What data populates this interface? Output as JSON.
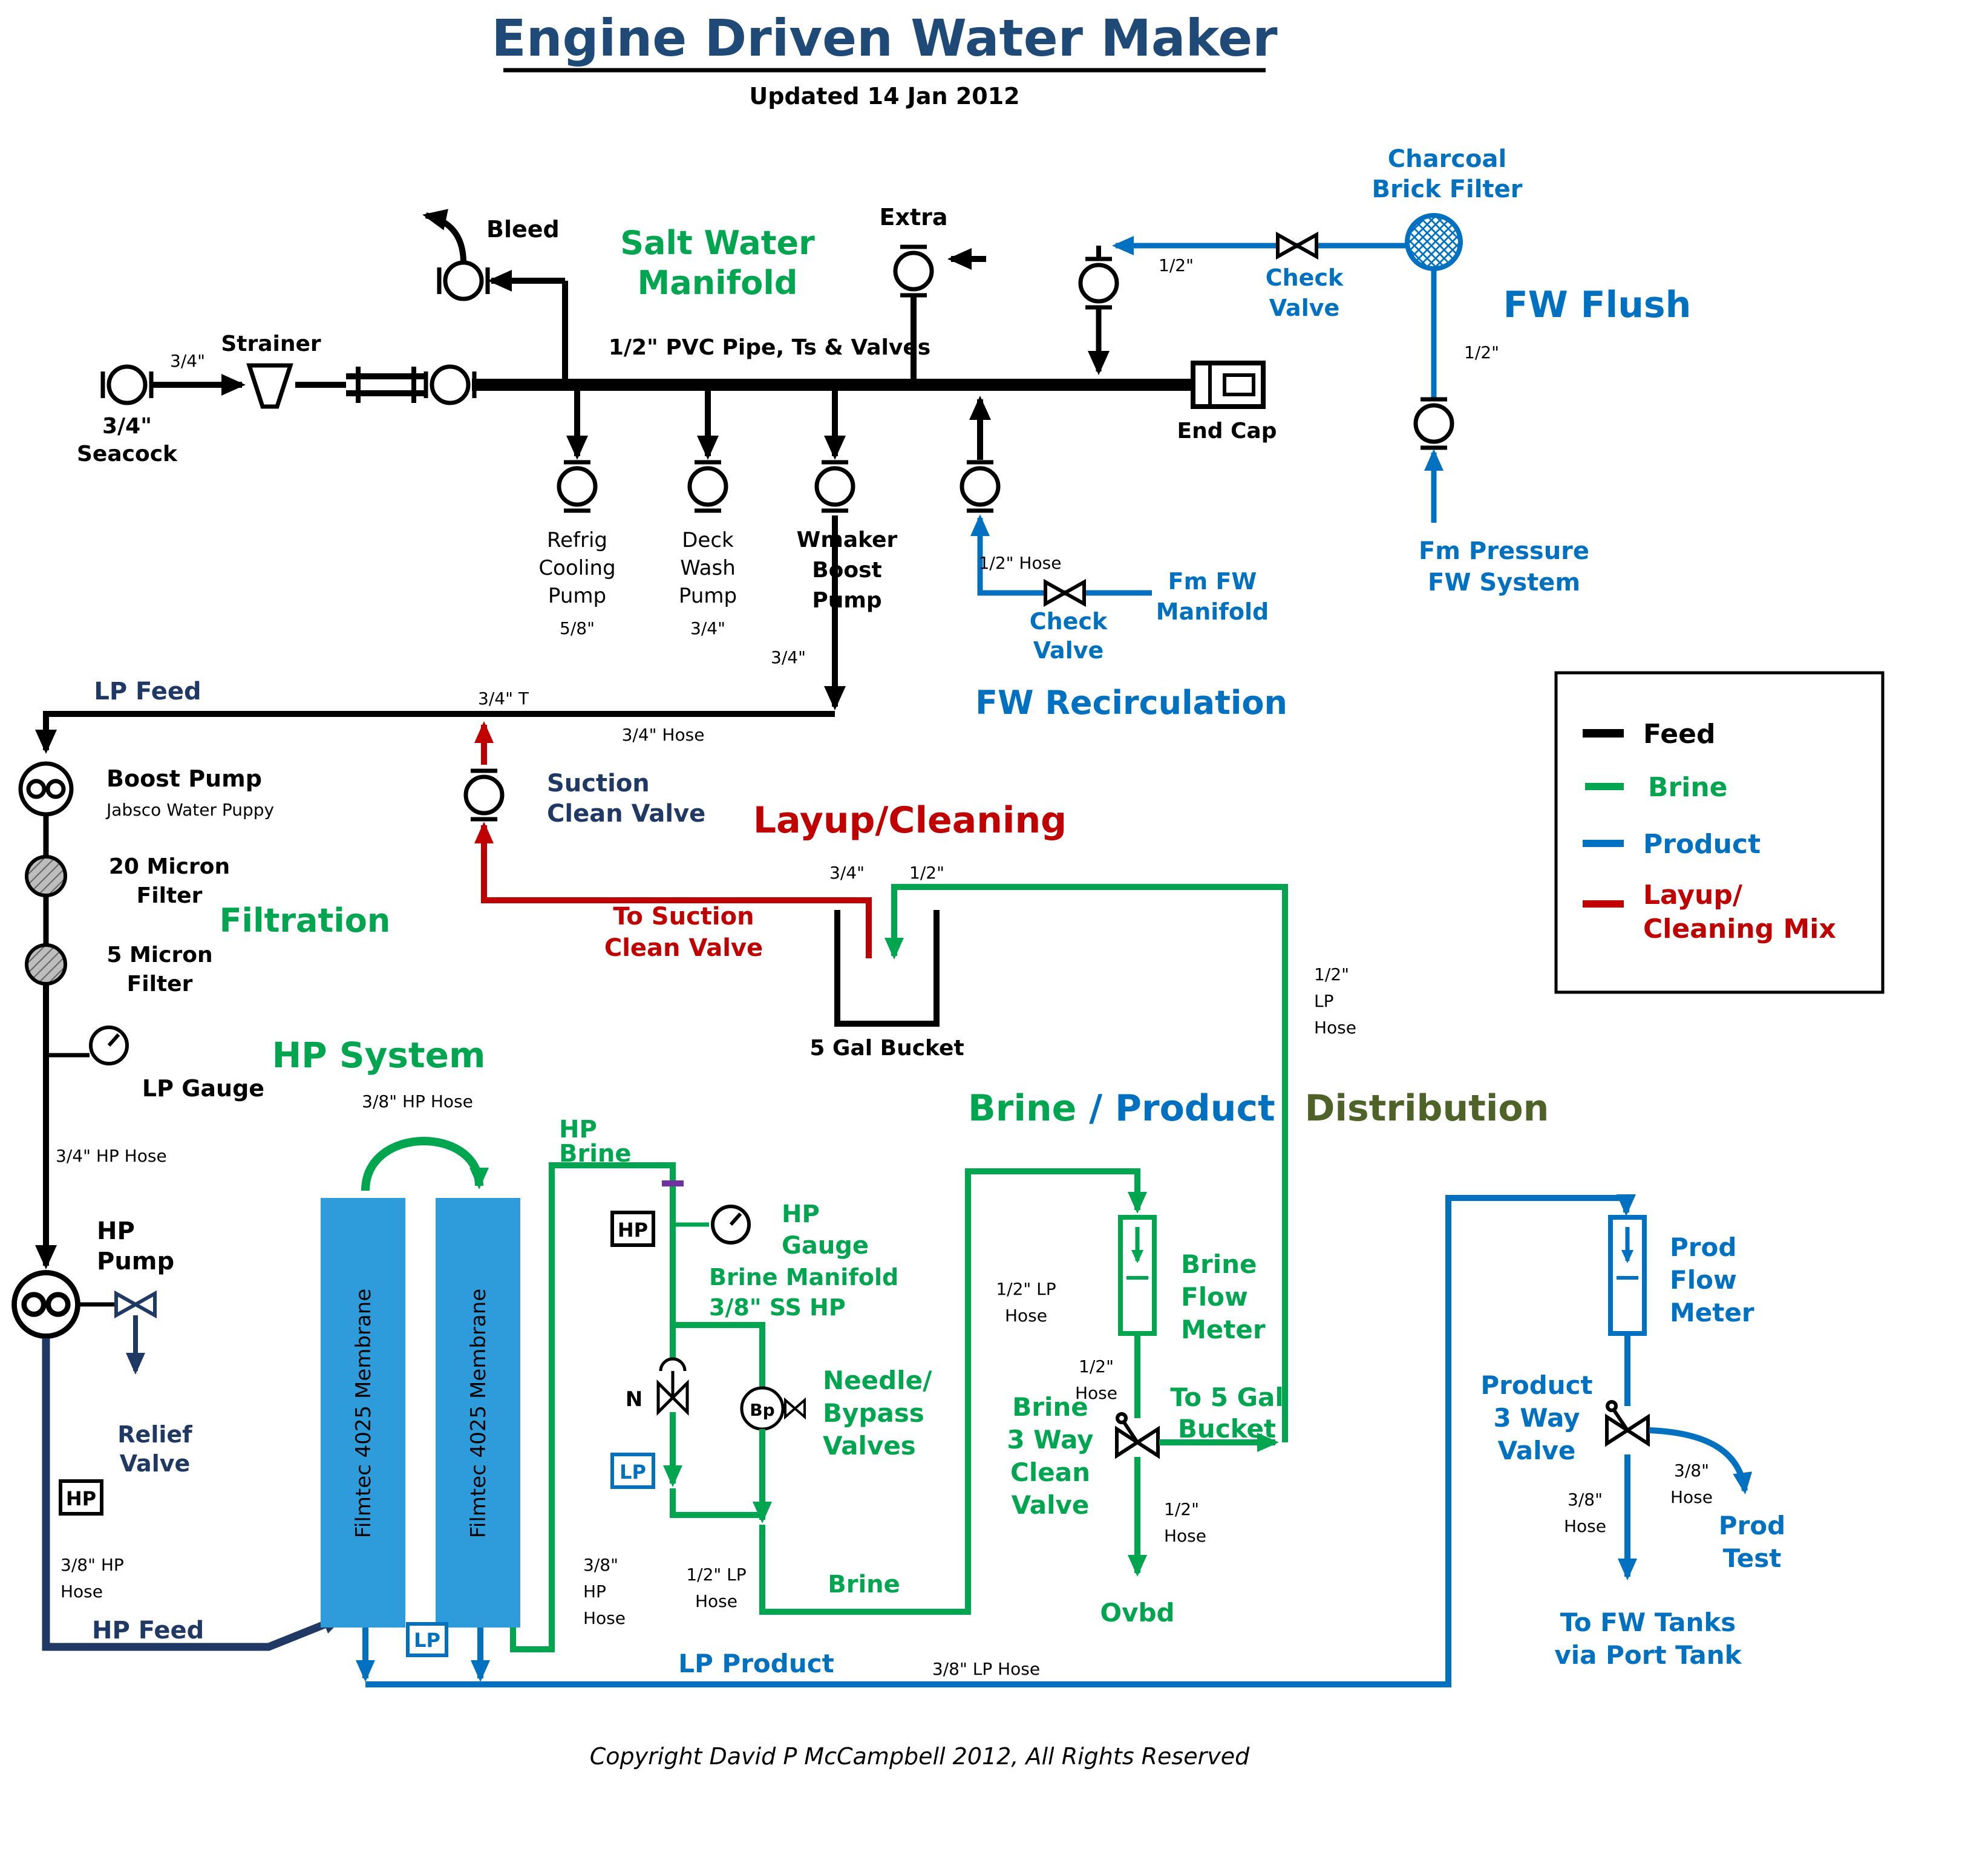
{
  "title": "Engine Driven Water Maker",
  "subtitle": "Updated 14 Jan 2012",
  "copyright": "Copyright David P McCampbell 2012, All Rights Reserved",
  "colors": {
    "feed": "#000000",
    "brine": "#00A550",
    "product": "#0070C0",
    "layup": "#C00000",
    "navy": "#1F3864",
    "title": "#1F4977",
    "membrane_fill": "#2E9BDB",
    "distribution": "#4F6228"
  },
  "legend": {
    "feed": "Feed",
    "brine": "Brine",
    "product": "Product",
    "layup_1": "Layup/",
    "layup_2": "Cleaning Mix"
  },
  "top": {
    "seacock_size": "3/4\"",
    "seacock_1": "3/4\"",
    "seacock_2": "Seacock",
    "strainer": "Strainer",
    "bleed": "Bleed",
    "manifold_1": "Salt Water",
    "manifold_2": "Manifold",
    "pvc": "1/2\" PVC Pipe, Ts & Valves",
    "extra": "Extra",
    "end_cap": "End Cap",
    "refrig_1": "Refrig",
    "refrig_2": "Cooling",
    "refrig_3": "Pump",
    "refrig_size": "5/8\"",
    "deck_1": "Deck",
    "deck_2": "Wash",
    "deck_3": "Pump",
    "deck_size": "3/4\"",
    "wmaker_1": "Wmaker",
    "wmaker_2": "Boost",
    "wmaker_3": "Pump",
    "wmaker_size": "3/4\""
  },
  "flush": {
    "charcoal_1": "Charcoal",
    "charcoal_2": "Brick Filter",
    "check_1": "Check",
    "check_2": "Valve",
    "size_top": "1/2\"",
    "title": "FW Flush",
    "size_down": "1/2\"",
    "fm_1": "Fm Pressure",
    "fm_2": "FW System"
  },
  "recirc": {
    "hose": "1/2\" Hose",
    "check_1": "Check",
    "check_2": "Valve",
    "fm_1": "Fm FW",
    "fm_2": "Manifold",
    "title": "FW Recirculation"
  },
  "feed": {
    "lp_feed": "LP Feed",
    "tee": "3/4\" T",
    "hose": "3/4\" Hose",
    "boost_pump": "Boost Pump",
    "jabsco": "Jabsco Water Puppy",
    "f20_1": "20 Micron",
    "f20_2": "Filter",
    "f5_1": "5 Micron",
    "f5_2": "Filter",
    "filtration": "Filtration",
    "lp_gauge": "LP Gauge",
    "hose34": "3/4\" HP Hose",
    "hp_pump_1": "HP",
    "hp_pump_2": "Pump",
    "relief_1": "Relief",
    "relief_2": "Valve",
    "hp_box": "HP",
    "hose38_1": "3/8\" HP",
    "hose38_2": "Hose",
    "hp_feed": "HP Feed"
  },
  "hp": {
    "system": "HP System",
    "hose_top": "3/8\" HP Hose",
    "membrane": "Filmtec 4025 Membrane",
    "hp_brine_1": "HP",
    "hp_brine_2": "Brine",
    "hp_box": "HP",
    "lp_box": "LP",
    "gauge_1": "HP",
    "gauge_2": "Gauge",
    "manifold_1": "Brine Manifold",
    "manifold_2": "3/8\" SS HP",
    "n": "N",
    "bp": "Bp",
    "needle_1": "Needle/",
    "needle_2": "Bypass",
    "needle_3": "Valves",
    "hose38_1": "3/8\"",
    "hose38_2": "HP",
    "hose38_3": "Hose",
    "lp_hose_1": "1/2\" LP",
    "lp_hose_2": "Hose"
  },
  "layup": {
    "title": "Layup/Cleaning",
    "suction_1": "Suction",
    "suction_2": "Clean Valve",
    "to_1": "To Suction",
    "to_2": "Clean Valve",
    "bucket": "5 Gal Bucket",
    "size34": "3/4\"",
    "size12": "1/2\""
  },
  "dist": {
    "header_brine": "Brine",
    "header_slash": "/",
    "header_product": "Product",
    "header_rest": "Distribution",
    "brine": "Brine",
    "lp_hose_1": "1/2\" LP",
    "lp_hose_2": "Hose",
    "bfm_1": "Brine",
    "bfm_2": "Flow",
    "bfm_3": "Meter",
    "hose_a1": "1/2\"",
    "hose_a2": "Hose",
    "clean_1": "Brine",
    "clean_2": "3 Way",
    "clean_3": "Clean",
    "clean_4": "Valve",
    "to5_1": "To 5 Gal",
    "to5_2": "Bucket",
    "hose_b1": "1/2\"",
    "hose_b2": "Hose",
    "ovbd": "Ovbd",
    "lp_hose_r1": "1/2\"",
    "lp_hose_r2": "LP",
    "lp_hose_r3": "Hose",
    "lp_product": "LP Product",
    "lp_box": "LP",
    "hose38lp": "3/8\" LP Hose",
    "pfm_1": "Prod",
    "pfm_2": "Flow",
    "pfm_3": "Meter",
    "p3w_1": "Product",
    "p3w_2": "3 Way",
    "p3w_3": "Valve",
    "hose38_a1": "3/8\"",
    "hose38_a2": "Hose",
    "hose38_b1": "3/8\"",
    "hose38_b2": "Hose",
    "prod_test_1": "Prod",
    "prod_test_2": "Test",
    "tanks_1": "To FW Tanks",
    "tanks_2": "via Port Tank"
  }
}
